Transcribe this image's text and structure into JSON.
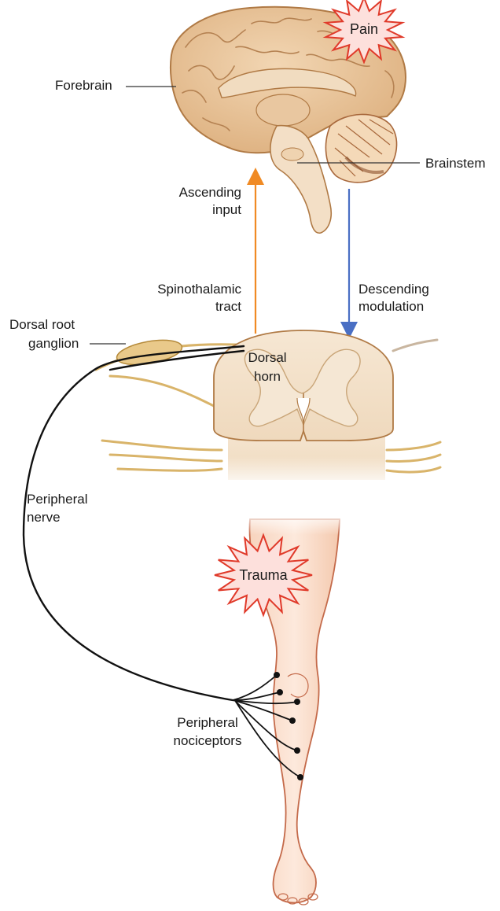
{
  "labels": {
    "forebrain": "Forebrain",
    "pain": "Pain",
    "brainstem": "Brainstem",
    "ascending_line1": "Ascending",
    "ascending_line2": "input",
    "spinothalamic_line1": "Spinothalamic",
    "spinothalamic_line2": "tract",
    "descending_line1": "Descending",
    "descending_line2": "modulation",
    "drg_line1": "Dorsal root",
    "drg_line2": "ganglion",
    "dorsal_horn_line1": "Dorsal",
    "dorsal_horn_line2": "horn",
    "peripheral_nerve_line1": "Peripheral",
    "peripheral_nerve_line2": "nerve",
    "trauma": "Trauma",
    "nociceptors_line1": "Peripheral",
    "nociceptors_line2": "nociceptors"
  },
  "colors": {
    "ascending_arrow": "#f08a24",
    "descending_arrow": "#4a6fc4",
    "brain_fill": "#e8c49a",
    "brain_outline": "#b07a45",
    "cerebellum": "#a8683c",
    "spinal_cord": "#f3e1c8",
    "nerve_fibers": "#d9b46a",
    "skin": "#fbe3d2",
    "skin_outline": "#c46a4a",
    "burst_fill": "#fde0dc",
    "burst_stroke": "#e03a2a",
    "nerve_line": "#111111"
  }
}
